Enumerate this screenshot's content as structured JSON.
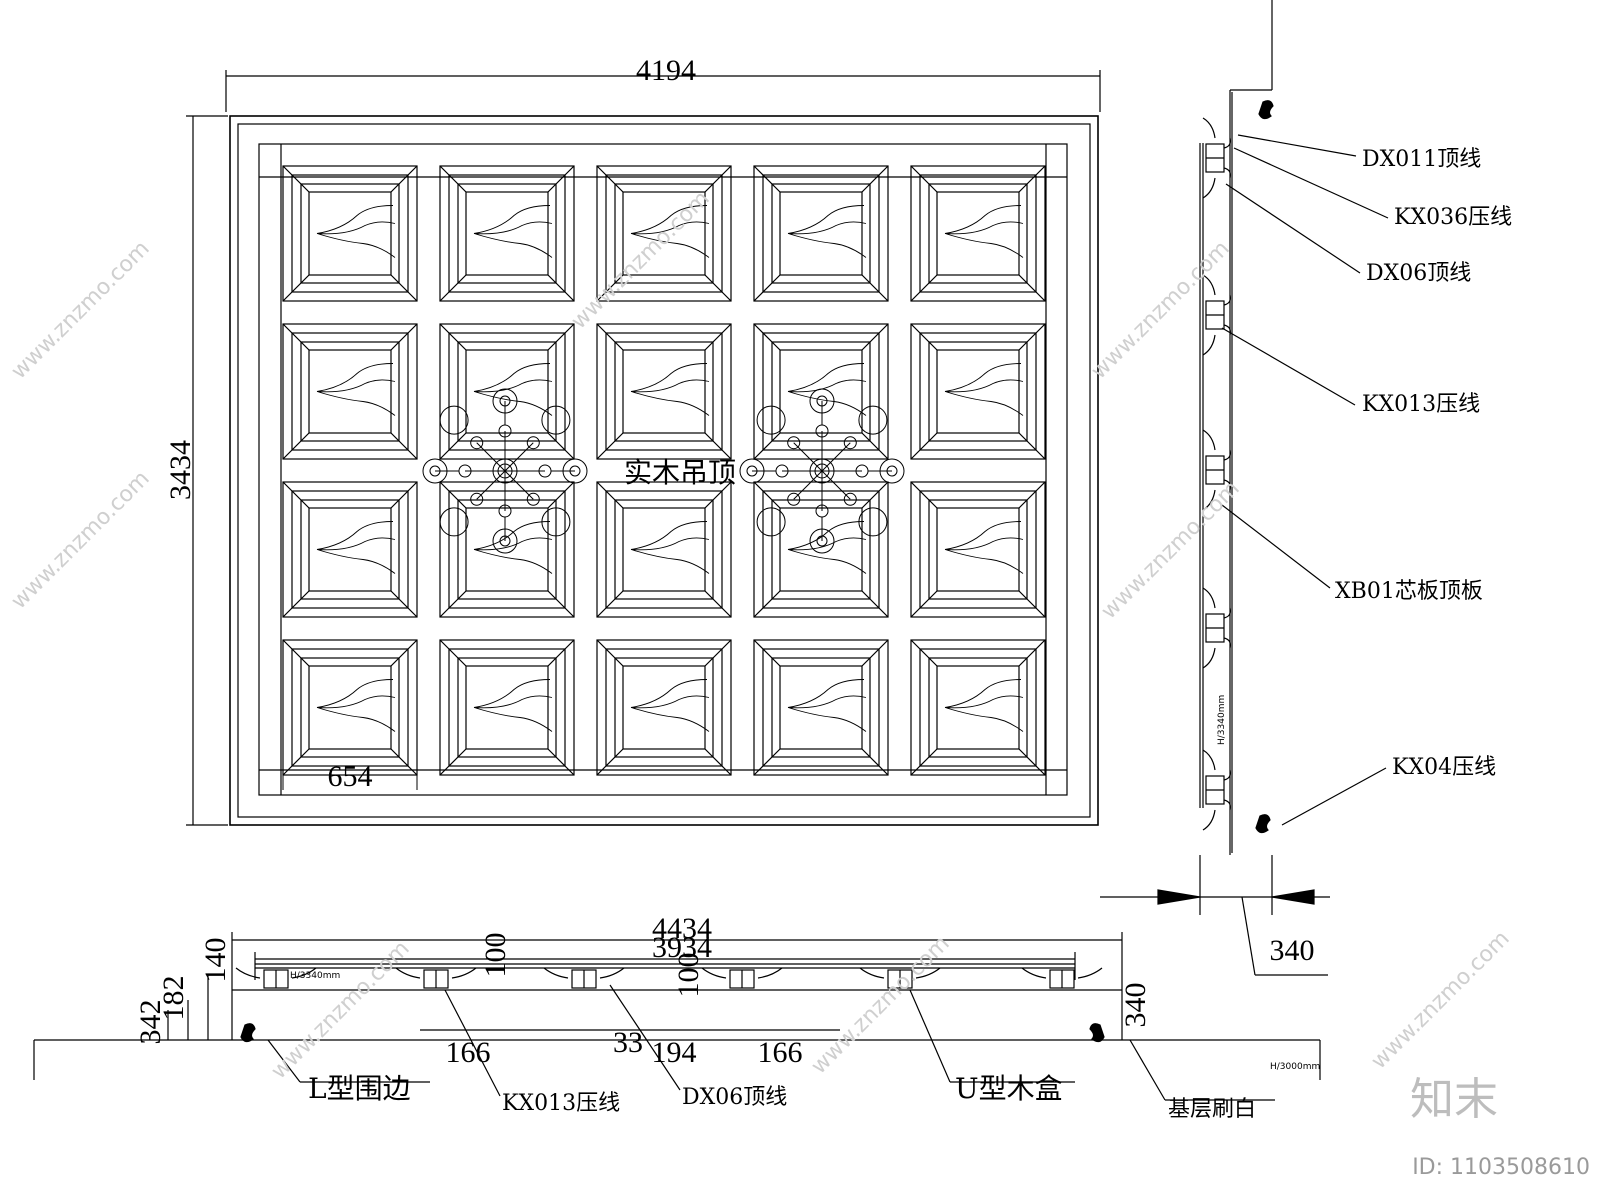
{
  "plan": {
    "dimensions": {
      "overall_width": "4194",
      "overall_height": "3434",
      "panel_width": "654"
    },
    "center_title": "实木吊顶",
    "grid_columns": 5,
    "grid_rows": 4
  },
  "side_section": {
    "callouts": [
      "DX011顶线",
      "KX036压线",
      "DX06顶线",
      "KX013压线",
      "XB01芯板顶板",
      "KX04压线"
    ],
    "height_note": "H/3340mm",
    "depth_dim": "340"
  },
  "bottom_section": {
    "dims": {
      "total": "4434",
      "inner": "3934",
      "d140": "140",
      "d182": "182",
      "d342": "342",
      "d100a": "100",
      "d100b": "100",
      "d166a": "166",
      "d33": "33",
      "d194": "194",
      "d166b": "166",
      "d340": "340"
    },
    "height_note": "H/3340mm",
    "floor_note": "H/3000mm",
    "labels": {
      "l_edge": "L型围边",
      "kx013": "KX013压线",
      "dx06": "DX06顶线",
      "u_box": "U型木盒",
      "base": "基层刷白"
    }
  },
  "watermarks": {
    "site": "www.znzmo.com",
    "brand": "知末",
    "id": "ID: 1103508610"
  },
  "colors": {
    "line": "#000000",
    "watermark": "#cfcfcf"
  }
}
